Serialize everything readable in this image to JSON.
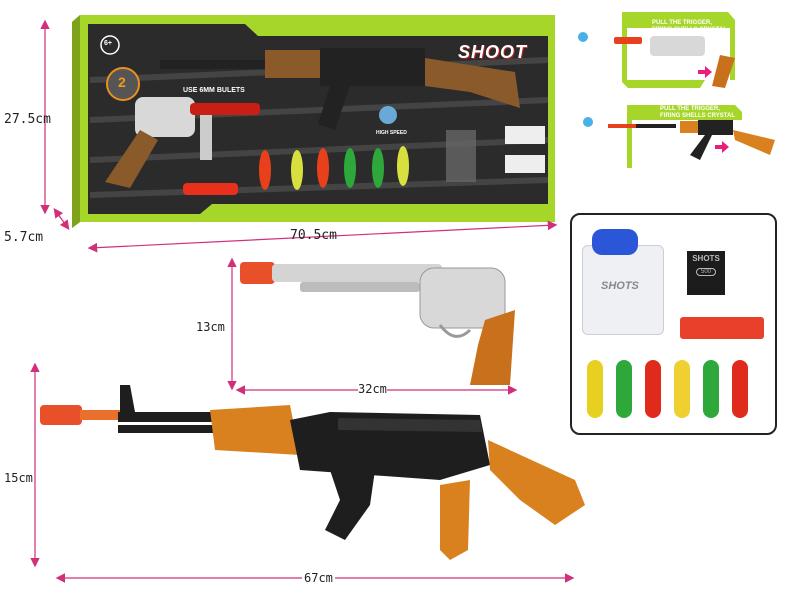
{
  "dimensions": {
    "box_height": "27.5cm",
    "box_depth": "5.7cm",
    "box_length": "70.5cm",
    "revolver_height": "13cm",
    "revolver_length": "32cm",
    "rifle_height": "15cm",
    "rifle_length": "67cm"
  },
  "package": {
    "age_badge": "6+",
    "count_badge": "2",
    "bullet_note": "USE 6MM BULETS",
    "brand": "SHOOT",
    "speed_label": "HIGH SPEED"
  },
  "instruction_panels": [
    {
      "caption_line1": "PULL THE TRIGGER,",
      "caption_line2": "FIRING SHELLS CRYSTAL"
    },
    {
      "caption_line1": "PULL THE TRIGGER,",
      "caption_line2": "FIRING SHELLS CRYSTAL"
    }
  ],
  "accessories": {
    "jar_label": "SHOTS",
    "pouch_label": "SHOTS",
    "pouch_count": "500",
    "pin_colors": [
      "#e8d020",
      "#2ea83a",
      "#e02a1c",
      "#f0d030",
      "#2ea83a",
      "#e02a1c"
    ]
  },
  "colors": {
    "box_green": "#a6d62a",
    "box_dark": "#2a2a2a",
    "dimension_line": "#d0307a",
    "muzzle_orange": "#e8502a",
    "stock_orange": "#d9811f"
  }
}
